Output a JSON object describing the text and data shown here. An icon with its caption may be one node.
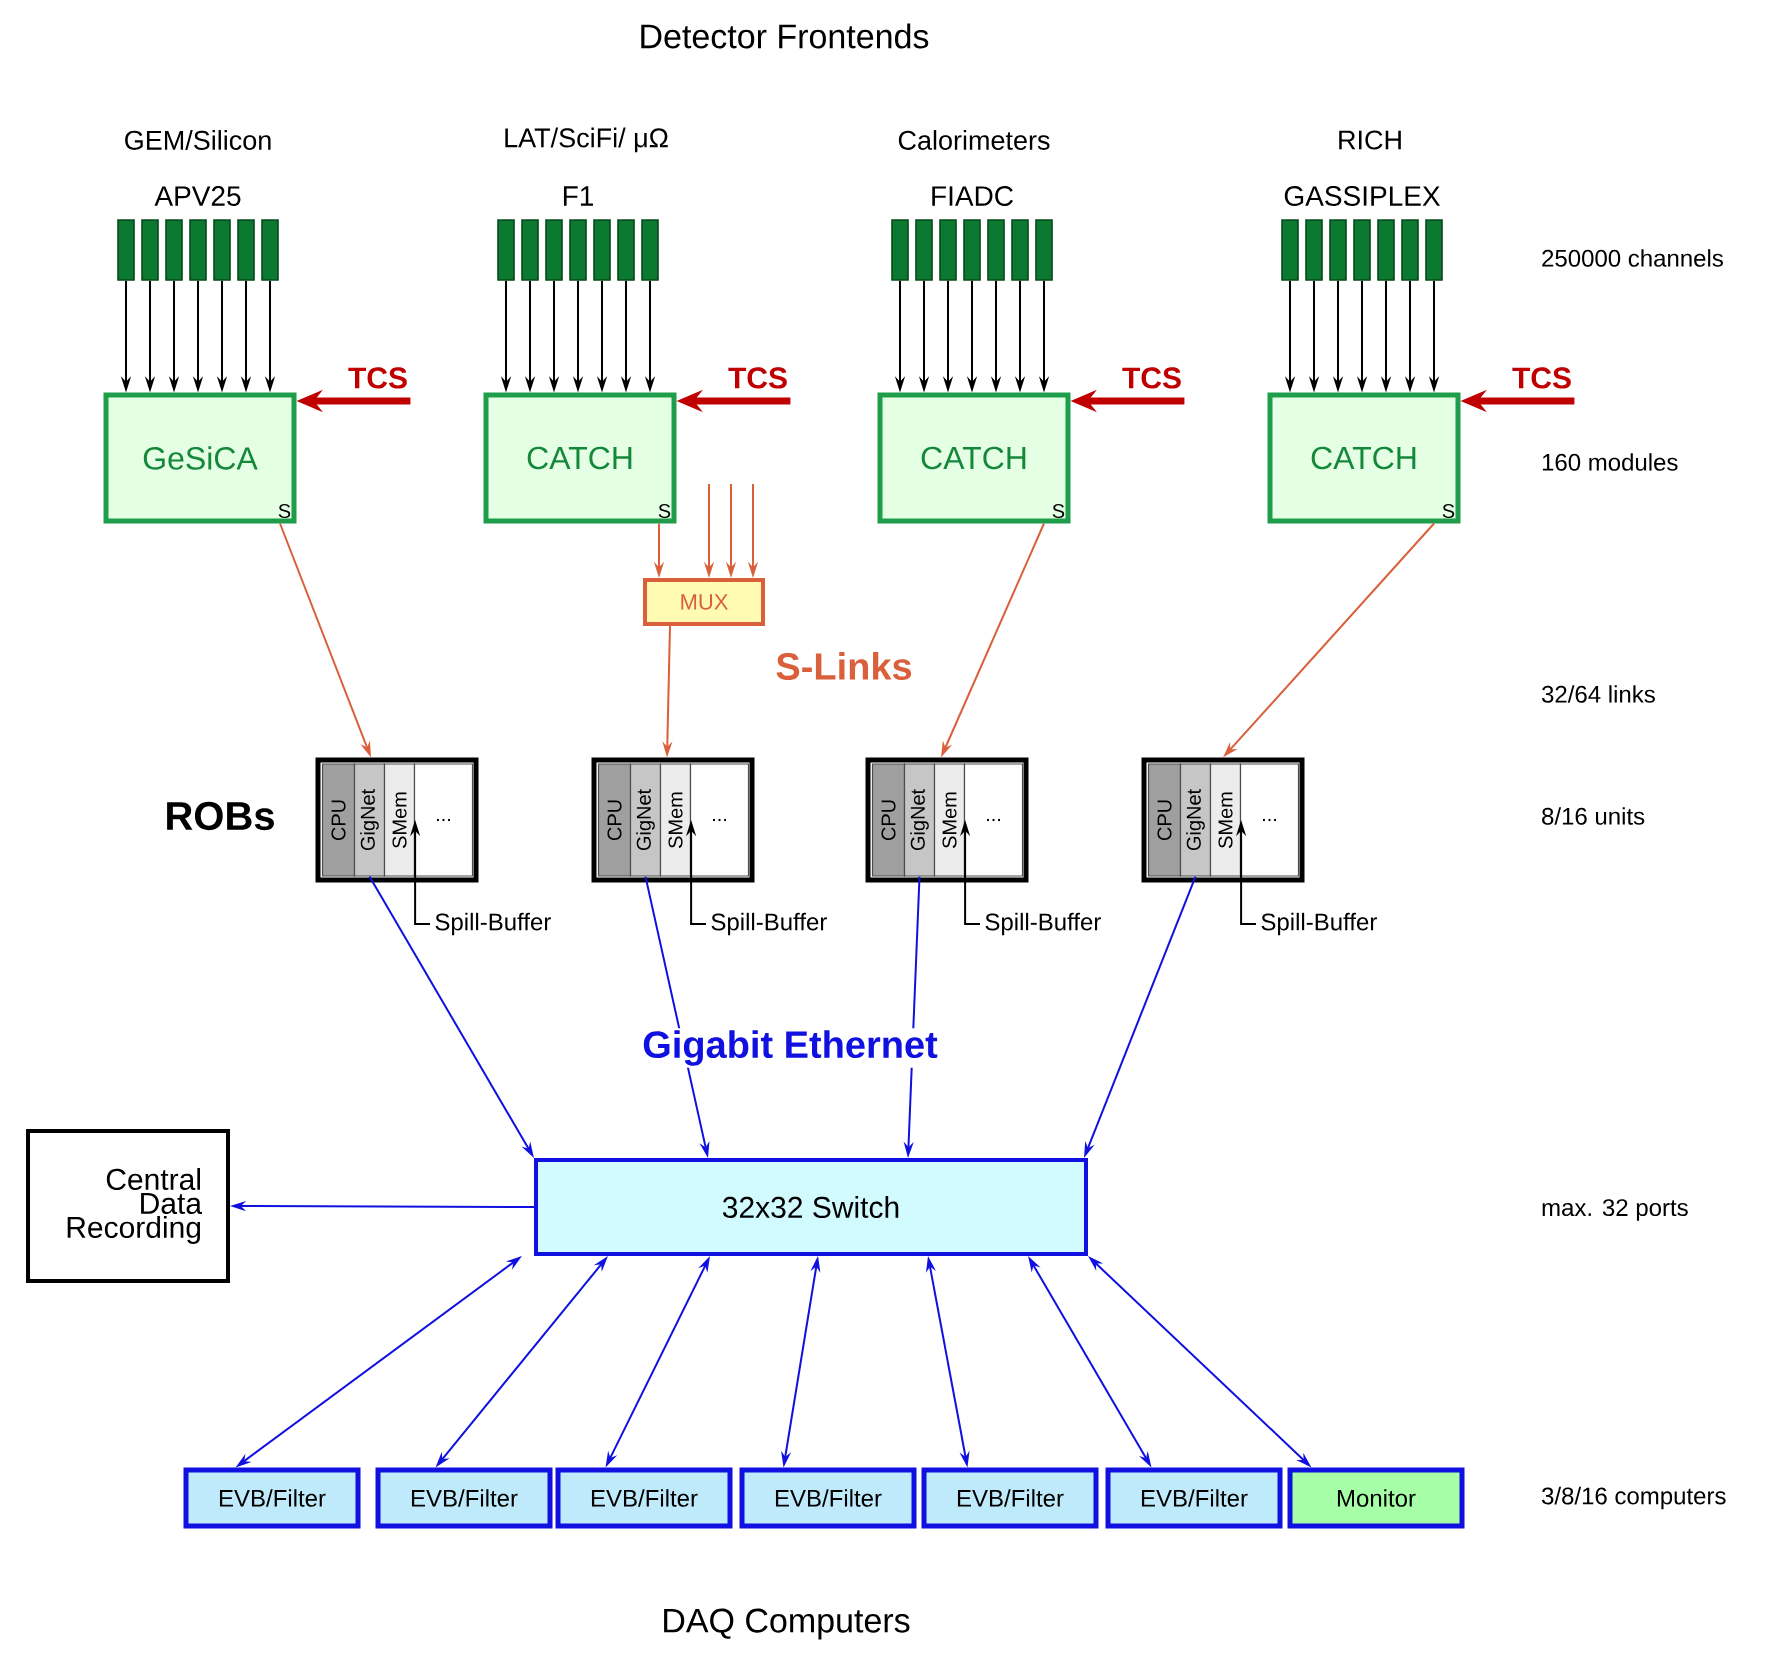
{
  "diagram": {
    "title": "Detector Frontends",
    "caption": "DAQ Computers",
    "nodes": [
      {
        "text": [],
        "shape": "bar"
      },
      {
        "text": [],
        "shape": "bar"
      },
      {
        "text": [],
        "shape": "bar"
      },
      {
        "text": [],
        "shape": "bar"
      },
      {
        "text": [],
        "shape": "bar"
      },
      {
        "text": [],
        "shape": "bar"
      },
      {
        "text": [],
        "shape": "bar"
      },
      {
        "text": [
          "GeSiCA",
          "S"
        ]
      },
      {
        "text": [
          "TCS"
        ]
      },
      {
        "text": [],
        "shape": "bar"
      },
      {
        "text": [],
        "shape": "bar"
      },
      {
        "text": [],
        "shape": "bar"
      },
      {
        "text": [],
        "shape": "bar"
      },
      {
        "text": [],
        "shape": "bar"
      },
      {
        "text": [],
        "shape": "bar"
      },
      {
        "text": [],
        "shape": "bar"
      },
      {
        "text": [
          "CATCH",
          "S"
        ]
      },
      {
        "text": [
          "TCS"
        ]
      },
      {
        "text": [],
        "shape": "bar"
      },
      {
        "text": [],
        "shape": "bar"
      },
      {
        "text": [],
        "shape": "bar"
      },
      {
        "text": [],
        "shape": "bar"
      },
      {
        "text": [],
        "shape": "bar"
      },
      {
        "text": [],
        "shape": "bar"
      },
      {
        "text": [],
        "shape": "bar"
      },
      {
        "text": [
          "CATCH",
          "S"
        ]
      },
      {
        "text": [
          "TCS"
        ]
      },
      {
        "text": [],
        "shape": "bar"
      },
      {
        "text": [],
        "shape": "bar"
      },
      {
        "text": [],
        "shape": "bar"
      },
      {
        "text": [],
        "shape": "bar"
      },
      {
        "text": [],
        "shape": "bar"
      },
      {
        "text": [],
        "shape": "bar"
      },
      {
        "text": [],
        "shape": "bar"
      },
      {
        "text": [
          "CATCH",
          "S"
        ]
      },
      {
        "text": [
          "TCS"
        ]
      },
      {
        "text": [
          "MUX"
        ]
      },
      {
        "text": [],
        "shape": "box"
      },
      {
        "text": [
          "CPU"
        ],
        "in": 37
      },
      {
        "text": [
          "GigNet"
        ],
        "in": 37
      },
      {
        "text": [
          "SMem"
        ],
        "in": 37
      },
      {
        "text": [
          "..."
        ],
        "in": 37
      },
      {
        "text": [
          "Spill-Buffer"
        ]
      },
      {
        "text": [],
        "shape": "box"
      },
      {
        "text": [
          "CPU"
        ],
        "in": 43
      },
      {
        "text": [
          "GigNet"
        ],
        "in": 43
      },
      {
        "text": [
          "SMem"
        ],
        "in": 43
      },
      {
        "text": [
          "..."
        ],
        "in": 43
      },
      {
        "text": [
          "Spill-Buffer"
        ]
      },
      {
        "text": [],
        "shape": "box"
      },
      {
        "text": [
          "CPU"
        ],
        "in": 49
      },
      {
        "text": [
          "GigNet"
        ],
        "in": 49
      },
      {
        "text": [
          "SMem"
        ],
        "in": 49
      },
      {
        "text": [
          "..."
        ],
        "in": 49
      },
      {
        "text": [
          "Spill-Buffer"
        ]
      },
      {
        "text": [],
        "shape": "box"
      },
      {
        "text": [
          "CPU"
        ],
        "in": 55
      },
      {
        "text": [
          "GigNet"
        ],
        "in": 55
      },
      {
        "text": [
          "SMem"
        ],
        "in": 55
      },
      {
        "text": [
          "..."
        ],
        "in": 55
      },
      {
        "text": [
          "Spill-Buffer"
        ]
      },
      {
        "text": [
          "Central Data Recording"
        ]
      },
      {
        "text": [
          "32x32 Switch"
        ]
      },
      {
        "text": [
          "EVB/Filter"
        ]
      },
      {
        "text": [
          "EVB/Filter"
        ]
      },
      {
        "text": [
          "EVB/Filter"
        ]
      },
      {
        "text": [
          "EVB/Filter"
        ]
      },
      {
        "text": [
          "EVB/Filter"
        ]
      },
      {
        "text": [
          "EVB/Filter"
        ]
      },
      {
        "text": [
          "Monitor"
        ]
      }
    ],
    "edges": [
      {
        "from": 0,
        "to": 7,
        "arrow": "to"
      },
      {
        "from": 1,
        "to": 7,
        "arrow": "to"
      },
      {
        "from": 2,
        "to": 7,
        "arrow": "to"
      },
      {
        "from": 3,
        "to": 7,
        "arrow": "to"
      },
      {
        "from": 4,
        "to": 7,
        "arrow": "to"
      },
      {
        "from": 5,
        "to": 7,
        "arrow": "to"
      },
      {
        "from": 6,
        "to": 7,
        "arrow": "to"
      },
      {
        "from": 8,
        "to": 7,
        "arrow": "to",
        "style": "thick",
        "color": "#c00000"
      },
      {
        "from": 9,
        "to": 16,
        "arrow": "to"
      },
      {
        "from": 10,
        "to": 16,
        "arrow": "to"
      },
      {
        "from": 11,
        "to": 16,
        "arrow": "to"
      },
      {
        "from": 12,
        "to": 16,
        "arrow": "to"
      },
      {
        "from": 13,
        "to": 16,
        "arrow": "to"
      },
      {
        "from": 14,
        "to": 16,
        "arrow": "to"
      },
      {
        "from": 15,
        "to": 16,
        "arrow": "to"
      },
      {
        "from": 17,
        "to": 16,
        "arrow": "to",
        "style": "thick",
        "color": "#c00000"
      },
      {
        "from": 18,
        "to": 25,
        "arrow": "to"
      },
      {
        "from": 19,
        "to": 25,
        "arrow": "to"
      },
      {
        "from": 20,
        "to": 25,
        "arrow": "to"
      },
      {
        "from": 21,
        "to": 25,
        "arrow": "to"
      },
      {
        "from": 22,
        "to": 25,
        "arrow": "to"
      },
      {
        "from": 23,
        "to": 25,
        "arrow": "to"
      },
      {
        "from": 24,
        "to": 25,
        "arrow": "to"
      },
      {
        "from": 26,
        "to": 25,
        "arrow": "to",
        "style": "thick",
        "color": "#c00000"
      },
      {
        "from": 27,
        "to": 34,
        "arrow": "to"
      },
      {
        "from": 28,
        "to": 34,
        "arrow": "to"
      },
      {
        "from": 29,
        "to": 34,
        "arrow": "to"
      },
      {
        "from": 30,
        "to": 34,
        "arrow": "to"
      },
      {
        "from": 31,
        "to": 34,
        "arrow": "to"
      },
      {
        "from": 32,
        "to": 34,
        "arrow": "to"
      },
      {
        "from": 33,
        "to": 34,
        "arrow": "to"
      },
      {
        "from": 35,
        "to": 34,
        "arrow": "to",
        "style": "thick",
        "color": "#c00000"
      },
      {
        "from": 7,
        "to": 37,
        "arrow": "to",
        "color": "#d9603b"
      },
      {
        "from": 16,
        "to": 36,
        "arrow": "to",
        "color": "#d9603b"
      },
      {
        "from": null,
        "to": 36,
        "arrow": "to",
        "color": "#d9603b"
      },
      {
        "from": null,
        "to": 36,
        "arrow": "to",
        "color": "#d9603b"
      },
      {
        "from": null,
        "to": 36,
        "arrow": "to",
        "color": "#d9603b"
      },
      {
        "from": 36,
        "to": 43,
        "arrow": "to",
        "color": "#d9603b"
      },
      {
        "from": 25,
        "to": 49,
        "arrow": "to",
        "color": "#d9603b"
      },
      {
        "from": 34,
        "to": 55,
        "arrow": "to",
        "color": "#d9603b"
      },
      {
        "from": 42,
        "to": 40,
        "arrow": "to"
      },
      {
        "from": 48,
        "to": 46,
        "arrow": "to"
      },
      {
        "from": 54,
        "to": 52,
        "arrow": "to"
      },
      {
        "from": 60,
        "to": 58,
        "arrow": "to"
      },
      {
        "from": 39,
        "to": 62,
        "arrow": "to",
        "color": "#1010e0"
      },
      {
        "from": 45,
        "to": 62,
        "arrow": "to",
        "color": "#1010e0"
      },
      {
        "from": 51,
        "to": 62,
        "arrow": "to",
        "color": "#1010e0"
      },
      {
        "from": 57,
        "to": 62,
        "arrow": "to",
        "color": "#1010e0"
      },
      {
        "from": 62,
        "to": 61,
        "arrow": "to",
        "color": "#1010e0"
      },
      {
        "from": 62,
        "to": 63,
        "arrow": "both",
        "color": "#1010e0"
      },
      {
        "from": 62,
        "to": 64,
        "arrow": "both",
        "color": "#1010e0"
      },
      {
        "from": 62,
        "to": 65,
        "arrow": "both",
        "color": "#1010e0"
      },
      {
        "from": 62,
        "to": 66,
        "arrow": "both",
        "color": "#1010e0"
      },
      {
        "from": 62,
        "to": 67,
        "arrow": "both",
        "color": "#1010e0"
      },
      {
        "from": 62,
        "to": 68,
        "arrow": "both",
        "color": "#1010e0"
      },
      {
        "from": 62,
        "to": 69,
        "arrow": "both",
        "color": "#1010e0"
      }
    ],
    "labels": [
      "GEM/Silicon",
      "LAT/SciFi/ μΩ",
      "Calorimeters",
      "RICH",
      "APV25",
      "F1",
      "FIADC",
      "GASSIPLEX",
      "250000 channels",
      "160 modules",
      "S-Links",
      "32/64 links",
      "ROBs",
      "8/16 units",
      "Gigabit Ethernet",
      "max. 32 ports",
      "3/8/16 computers"
    ]
  }
}
